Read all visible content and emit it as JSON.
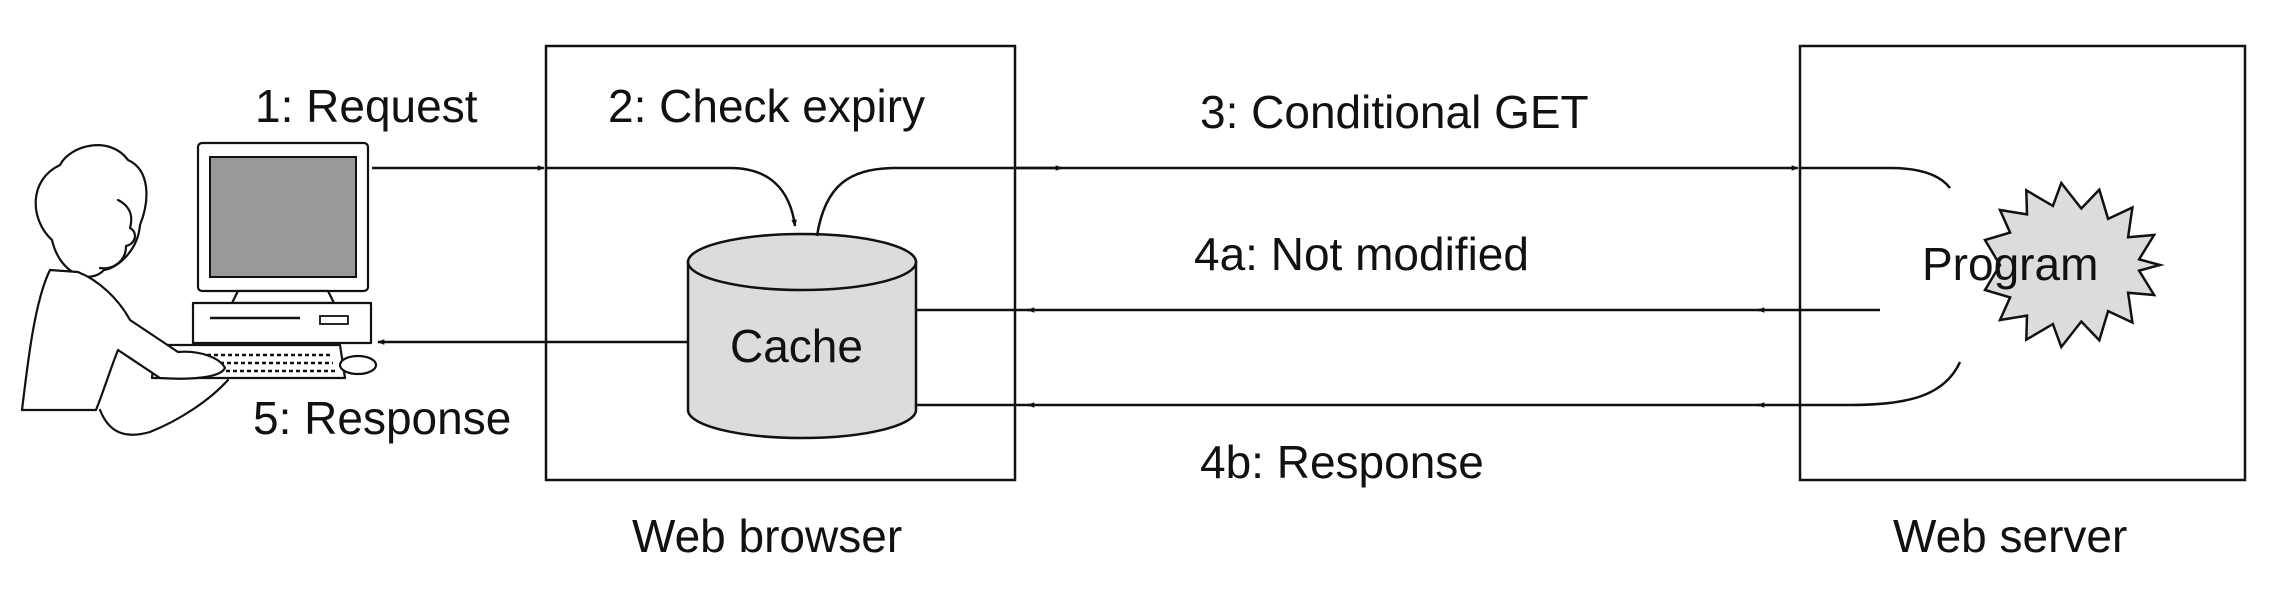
{
  "labels": {
    "request": "1: Request",
    "check_expiry": "2: Check expiry",
    "conditional_get": "3: Conditional GET",
    "not_modified": "4a: Not modified",
    "response_4b": "4b: Response",
    "response_5": "5: Response",
    "cache": "Cache",
    "program": "Program",
    "web_browser": "Web browser",
    "web_server": "Web server"
  },
  "colors": {
    "stroke": "#111111",
    "cache_fill": "#dcdcdc",
    "program_fill": "#dcdcdc",
    "screen_fill": "#999999"
  },
  "icons": {
    "user": "person-at-computer-icon",
    "program": "starburst-icon",
    "cache": "cylinder-icon"
  }
}
